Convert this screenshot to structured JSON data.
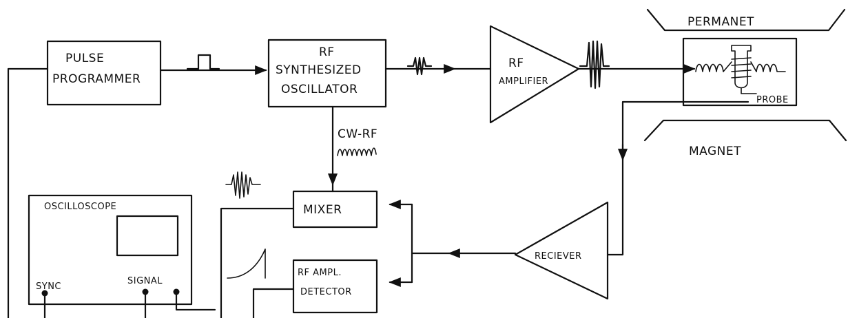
{
  "blocks": {
    "pulse_programmer": [
      "PULSE",
      "PROGRAMMER"
    ],
    "rf_oscillator": [
      "RF",
      "SYNTHESIZED",
      "OSCILLATOR"
    ],
    "rf_amplifier": [
      "RF",
      "AMPLIFIER"
    ],
    "mixer": "MIXER",
    "rf_detector": [
      "RF AMPL.",
      "DETECTOR"
    ],
    "receiver": "RECIEVER",
    "oscilloscope": "OSCILLOSCOPE"
  },
  "labels": {
    "magnet_top": "PERMANET",
    "magnet_bottom": "MAGNET",
    "probe": "PROBE",
    "cw_rf": "CW-RF",
    "sync": "SYNC",
    "signal": "SIGNAL"
  }
}
